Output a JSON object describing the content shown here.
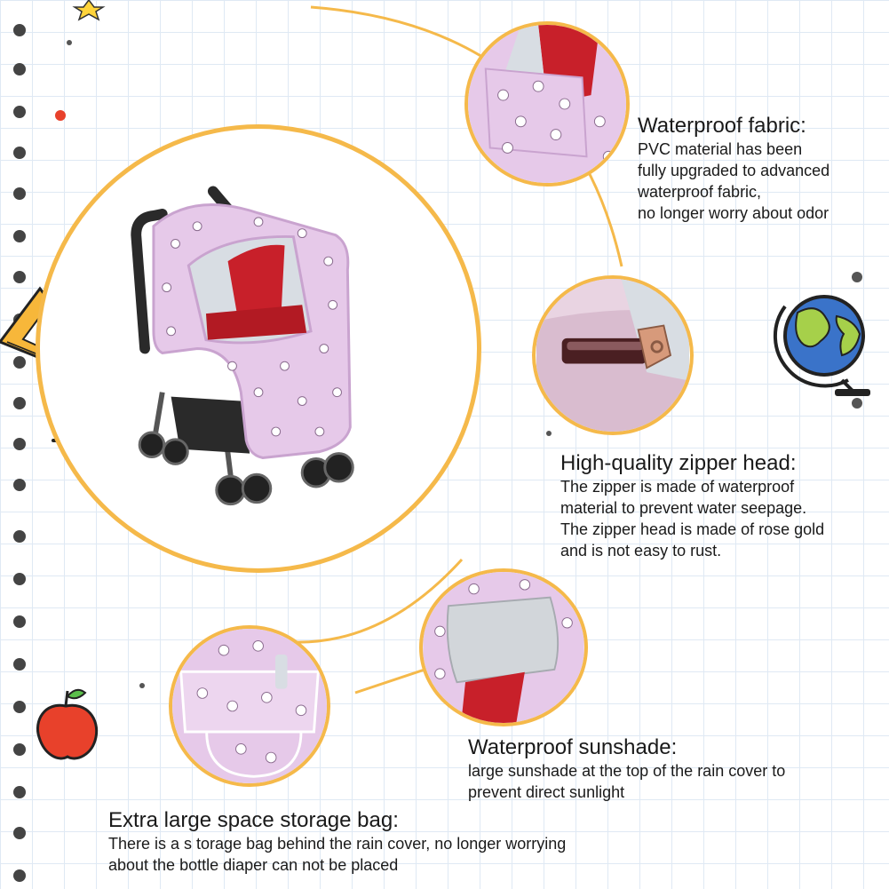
{
  "colors": {
    "accent_ring": "#f5b94a",
    "fabric": "#e6c9e9",
    "fabric_dark": "#c9a3cf",
    "seat_red": "#c8202a",
    "frame": "#2a2a2a",
    "grid_line": "#dfe9f4",
    "dots": "#444444"
  },
  "icons": [
    "triangle-ruler-icon",
    "globe-icon",
    "apple-icon",
    "sparkle-burst-icon",
    "star-icon"
  ],
  "features": [
    {
      "title": "Waterproof  fabric:",
      "lines": [
        "PVC material has been",
        "fully upgraded to advanced",
        "waterproof fabric,",
        "no longer worry about odor"
      ]
    },
    {
      "title": "High-quality zipper head:",
      "lines": [
        "The zipper is made of waterproof",
        "material to prevent water seepage.",
        "The zipper head is made of rose gold",
        "and is not easy to rust."
      ]
    },
    {
      "title": "Waterproof sunshade:",
      "lines": [
        "large sunshade at the top of the rain cover to",
        "prevent direct sunlight"
      ]
    },
    {
      "title": "Extra large space storage bag:",
      "lines": [
        "There is a s torage bag behind the rain cover, no longer worrying",
        "about the bottle diaper can not be placed"
      ]
    }
  ]
}
